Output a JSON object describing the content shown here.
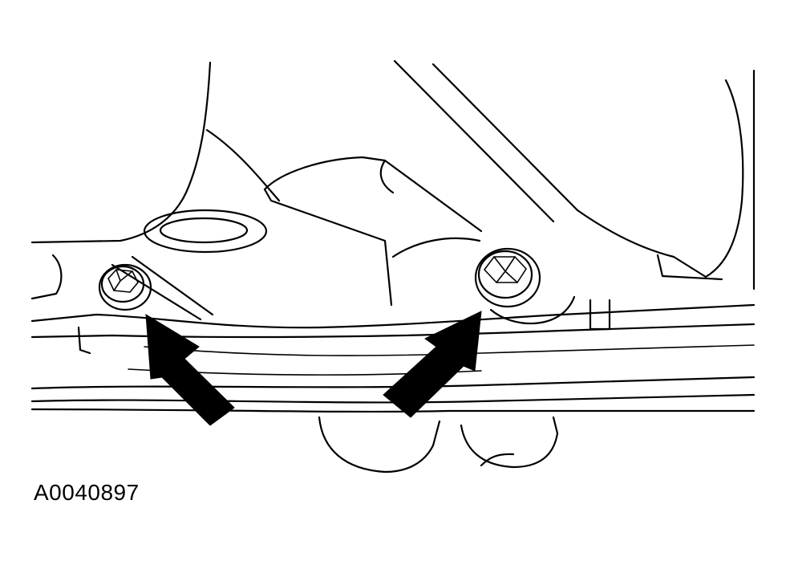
{
  "figure": {
    "id_label": "A0040897",
    "colors": {
      "line": "#000000",
      "background": "#ffffff",
      "arrow_fill": "#000000"
    },
    "callouts": [
      "arrow-left-bolt",
      "arrow-right-bolt"
    ]
  }
}
